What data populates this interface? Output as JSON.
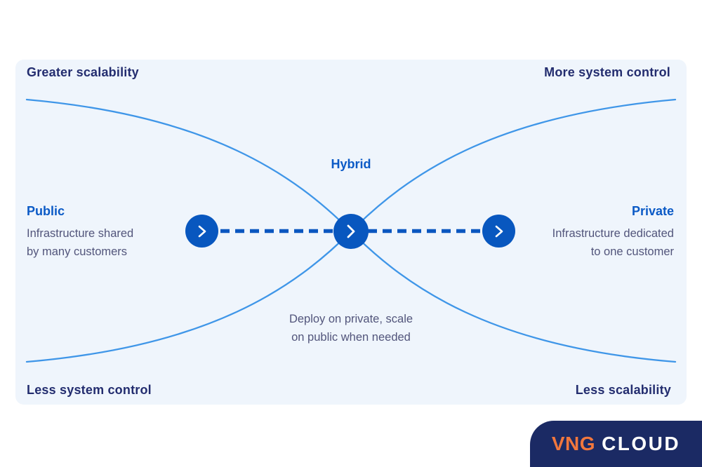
{
  "diagram": {
    "corner_labels": {
      "top_left": "Greater scalability",
      "top_right": "More system control",
      "bottom_left": "Less system control",
      "bottom_right": "Less scalability"
    },
    "public": {
      "title": "Public",
      "line1": "Infrastructure shared",
      "line2": "by many customers"
    },
    "hybrid": {
      "title": "Hybrid",
      "line1": "Deploy on private, scale",
      "line2": "on public when needed"
    },
    "private": {
      "title": "Private",
      "line1": "Infrastructure dedicated",
      "line2": "to one customer"
    },
    "icons": {
      "node_icon": "chevron-right-icon"
    },
    "colors": {
      "panel_bg": "#eff5fc",
      "heading_navy": "#232d6f",
      "accent_blue": "#0b5ac6",
      "body_text": "#52557b",
      "curve_blue": "#3f96e8",
      "node_blue": "#0857bf",
      "dash_blue": "#0b57c0",
      "logo_navy": "#1b2a64",
      "logo_orange": "#f1773d",
      "logo_text": "#ffffff"
    }
  },
  "logo": {
    "brand": "VNG",
    "product": "CLOUD"
  }
}
